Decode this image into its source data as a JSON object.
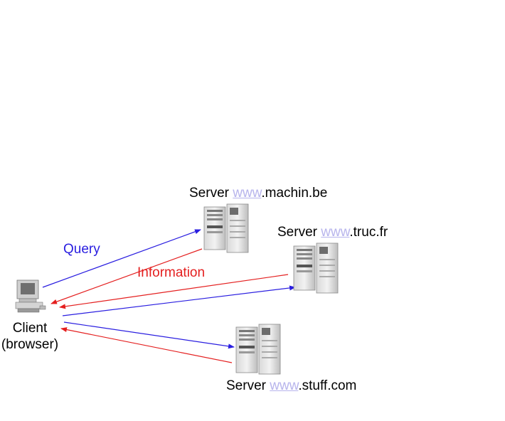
{
  "servers": [
    {
      "prefix": "Server ",
      "www": "www",
      "suffix": ".machin.be"
    },
    {
      "prefix": "Server ",
      "www": "www",
      "suffix": ".truc.fr"
    },
    {
      "prefix": "Server ",
      "www": "www",
      "suffix": ".stuff.com"
    }
  ],
  "client": {
    "line1": "Client",
    "line2": "(browser)"
  },
  "arrows": {
    "query_label": "Query",
    "info_label": "Information"
  },
  "colors": {
    "query": "#2a1ee0",
    "information": "#e41f1f",
    "www_link": "#b7b4ec"
  },
  "icons": {
    "client": "desktop-computer-icon",
    "server": "server-rack-icon"
  }
}
